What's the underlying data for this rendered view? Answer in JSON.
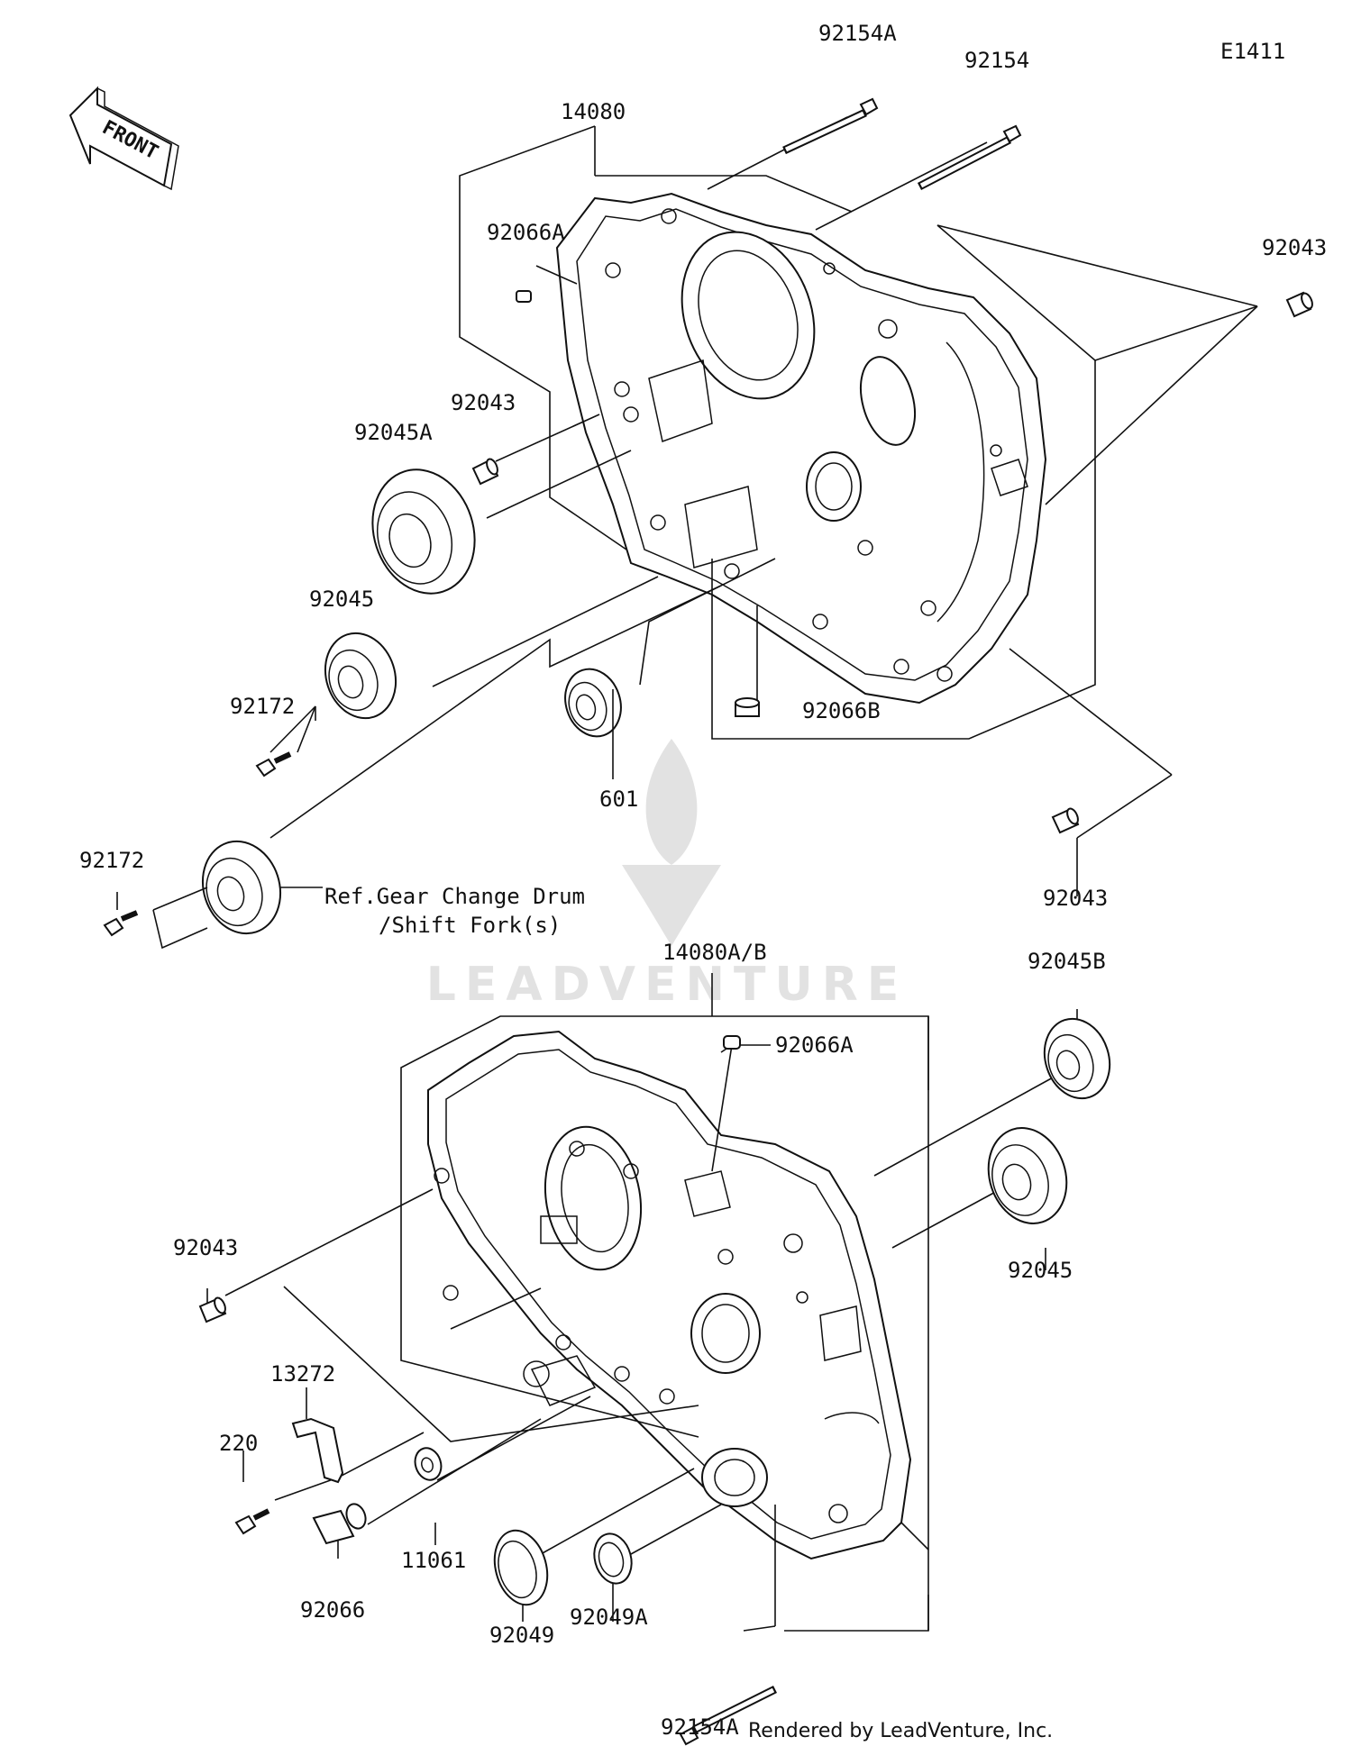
{
  "diagram_code": "E1411",
  "front_arrow": "FRONT",
  "labels": {
    "p92154A_top": "92154A",
    "p92154_top": "92154",
    "p92043_right": "92043",
    "p14080": "14080",
    "p92066A_top": "92066A",
    "p92043_left_top": "92043",
    "p92045A": "92045A",
    "p92045_top": "92045",
    "p92172_a": "92172",
    "p601": "601",
    "p92066B": "92066B",
    "p92043_mid": "92043",
    "p92172_b": "92172",
    "ref_line1": "Ref.Gear Change Drum",
    "ref_line2": "/Shift Fork(s)",
    "p14080AB": "14080A/B",
    "p92045B": "92045B",
    "p92066A_bottom": "92066A",
    "p92045_bottom": "92045",
    "p92043_bottom": "92043",
    "p13272": "13272",
    "p220": "220",
    "p92066": "92066",
    "p11061": "11061",
    "p92049": "92049",
    "p92049A": "92049A",
    "p92154A_bottom": "92154A"
  },
  "watermark": "LEADVENTURE",
  "footer": "Rendered by LeadVenture, Inc."
}
